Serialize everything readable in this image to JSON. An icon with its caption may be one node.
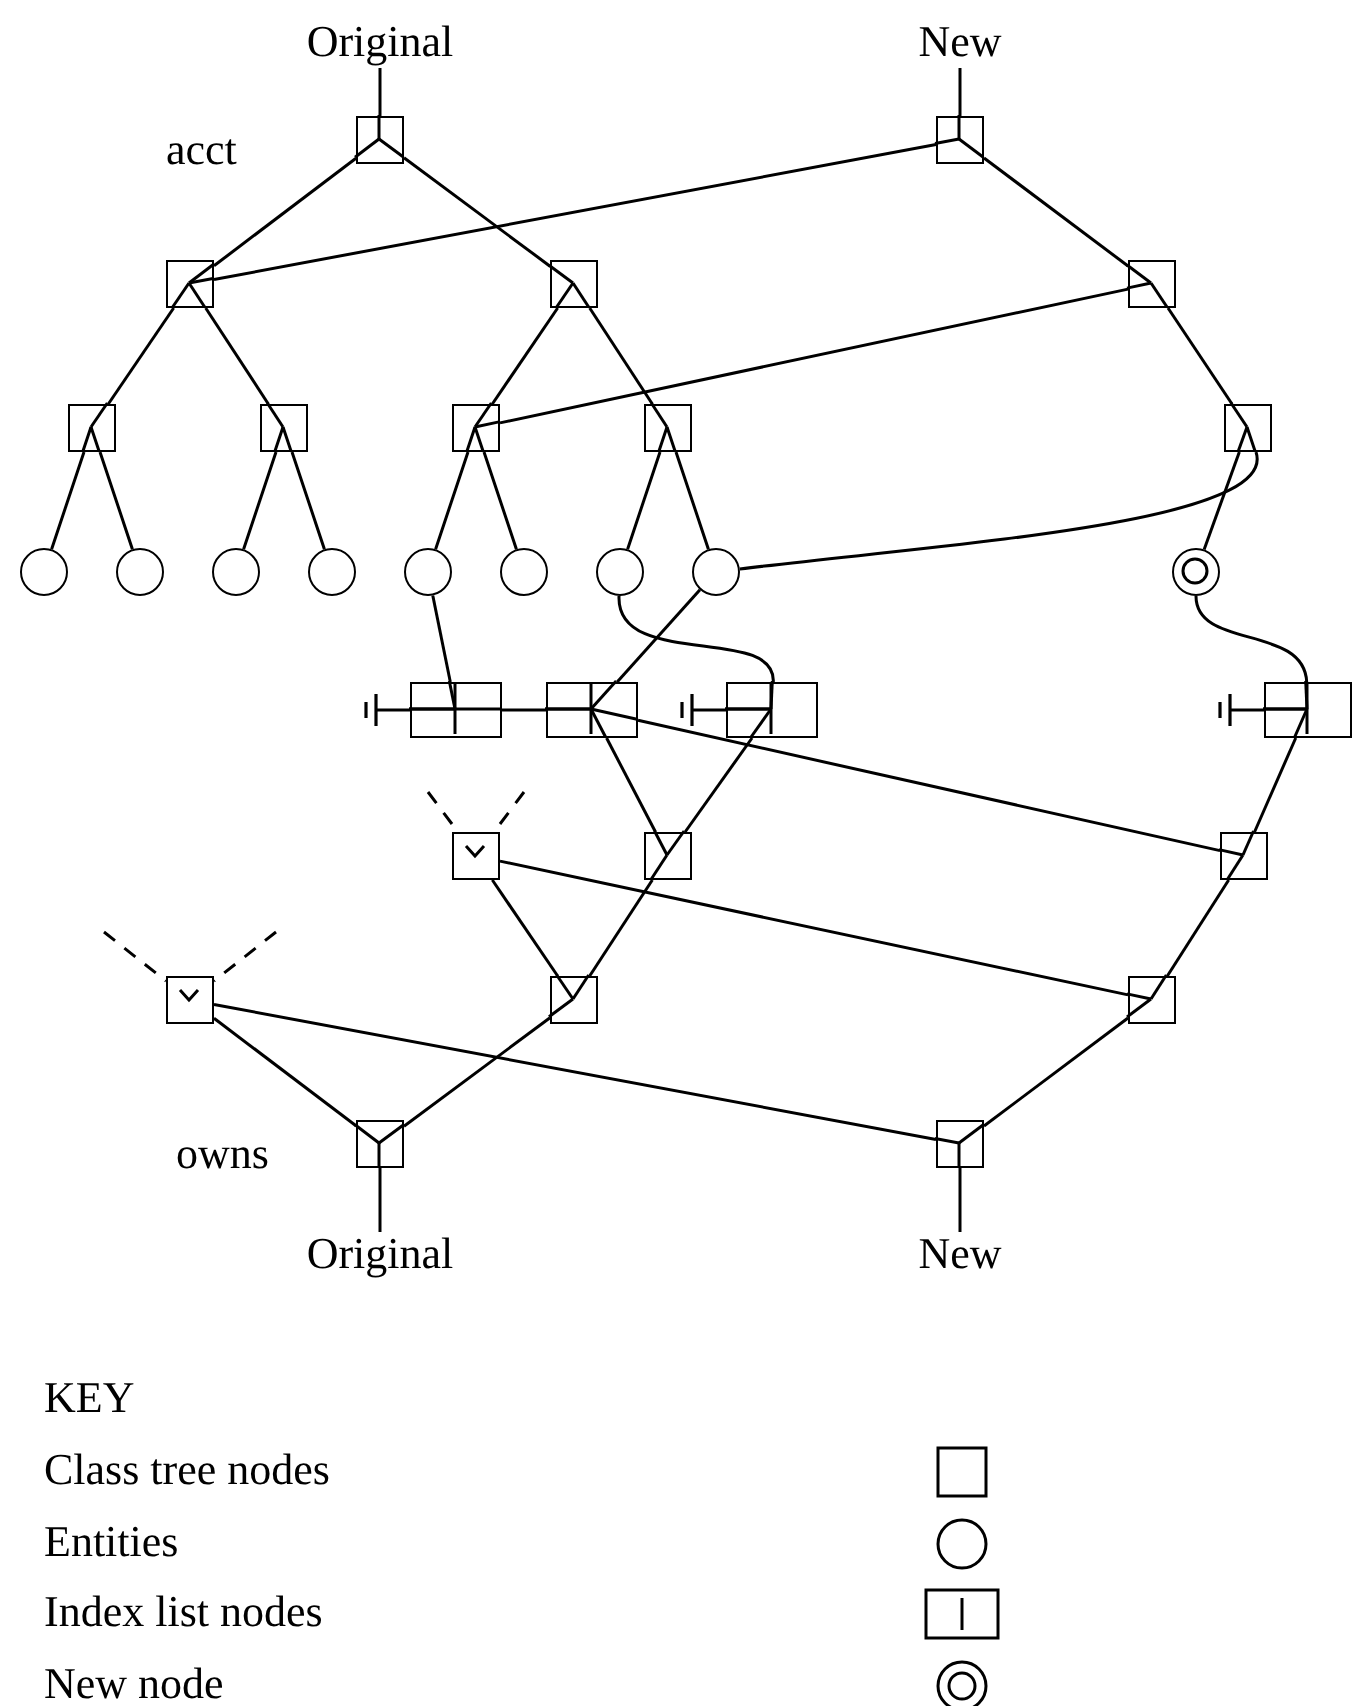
{
  "diagram": {
    "nodes": [
      {
        "text": [
          "Original"
        ]
      },
      {
        "text": [
          "New"
        ]
      },
      {
        "text": [],
        "shape": "box"
      },
      {
        "text": [],
        "shape": "box"
      },
      {
        "text": [],
        "shape": "box"
      },
      {
        "text": [],
        "shape": "box"
      },
      {
        "text": [],
        "shape": "box"
      },
      {
        "text": [],
        "shape": "box"
      },
      {
        "text": [],
        "shape": "box"
      },
      {
        "text": [],
        "shape": "box"
      },
      {
        "text": [],
        "shape": "box"
      },
      {
        "text": [],
        "shape": "box"
      },
      {
        "text": [],
        "shape": "circle"
      },
      {
        "text": [],
        "shape": "circle"
      },
      {
        "text": [],
        "shape": "circle"
      },
      {
        "text": [],
        "shape": "circle"
      },
      {
        "text": [],
        "shape": "circle"
      },
      {
        "text": [],
        "shape": "circle"
      },
      {
        "text": [],
        "shape": "circle"
      },
      {
        "text": [],
        "shape": "circle"
      },
      {
        "text": [],
        "shape": "circle"
      },
      {
        "text": [],
        "shape": "box"
      },
      {
        "text": [],
        "shape": "box"
      },
      {
        "text": [],
        "shape": "box"
      },
      {
        "text": [],
        "shape": "box"
      },
      {
        "text": [],
        "shape": "box"
      },
      {
        "text": [],
        "shape": "box"
      },
      {
        "text": [],
        "shape": "box"
      },
      {
        "text": [],
        "shape": "box"
      },
      {
        "text": [],
        "shape": "box"
      },
      {
        "text": [],
        "shape": "box"
      },
      {
        "text": [],
        "shape": "box"
      },
      {
        "text": [],
        "shape": "box"
      },
      {
        "text": [
          "Original"
        ]
      },
      {
        "text": [
          "New"
        ]
      }
    ],
    "edges": [
      {
        "from": 0,
        "to": 2,
        "arrow": "none"
      },
      {
        "from": 1,
        "to": 3,
        "arrow": "none"
      },
      {
        "from": 2,
        "to": 4,
        "arrow": "none"
      },
      {
        "from": 2,
        "to": 5,
        "arrow": "none"
      },
      {
        "from": 3,
        "to": 4,
        "arrow": "none"
      },
      {
        "from": 3,
        "to": 6,
        "arrow": "none"
      },
      {
        "from": 4,
        "to": 7,
        "arrow": "none"
      },
      {
        "from": 4,
        "to": 8,
        "arrow": "none"
      },
      {
        "from": 5,
        "to": 9,
        "arrow": "none"
      },
      {
        "from": 5,
        "to": 10,
        "arrow": "none"
      },
      {
        "from": 6,
        "to": 9,
        "arrow": "none"
      },
      {
        "from": 6,
        "to": 11,
        "arrow": "none"
      },
      {
        "from": 7,
        "to": 12,
        "arrow": "none"
      },
      {
        "from": 7,
        "to": 13,
        "arrow": "none"
      },
      {
        "from": 8,
        "to": 14,
        "arrow": "none"
      },
      {
        "from": 8,
        "to": 15,
        "arrow": "none"
      },
      {
        "from": 9,
        "to": 16,
        "arrow": "none"
      },
      {
        "from": 9,
        "to": 17,
        "arrow": "none"
      },
      {
        "from": 10,
        "to": 18,
        "arrow": "none"
      },
      {
        "from": 10,
        "to": 19,
        "arrow": "none"
      },
      {
        "from": 11,
        "to": 19,
        "arrow": "none"
      },
      {
        "from": 11,
        "to": 20,
        "arrow": "none"
      },
      {
        "from": 16,
        "to": 21,
        "arrow": "none"
      },
      {
        "from": 19,
        "to": 22,
        "arrow": "none"
      },
      {
        "from": 18,
        "to": 23,
        "arrow": "none"
      },
      {
        "from": 20,
        "to": 24,
        "arrow": "none"
      },
      {
        "from": 21,
        "to": 22,
        "arrow": "none"
      },
      {
        "from": 22,
        "to": 26,
        "arrow": "none"
      },
      {
        "from": 23,
        "to": 26,
        "arrow": "none"
      },
      {
        "from": 22,
        "to": 27,
        "arrow": "none"
      },
      {
        "from": 24,
        "to": 27,
        "arrow": "none"
      },
      {
        "from": null,
        "to": 25,
        "arrow": "none",
        "style": "dashed"
      },
      {
        "from": null,
        "to": 25,
        "arrow": "none",
        "style": "dashed"
      },
      {
        "from": 25,
        "to": 29,
        "arrow": "none"
      },
      {
        "from": 26,
        "to": 29,
        "arrow": "none"
      },
      {
        "from": 25,
        "to": 30,
        "arrow": "none"
      },
      {
        "from": 27,
        "to": 30,
        "arrow": "none"
      },
      {
        "from": null,
        "to": 28,
        "arrow": "none",
        "style": "dashed"
      },
      {
        "from": null,
        "to": 28,
        "arrow": "none",
        "style": "dashed"
      },
      {
        "from": 28,
        "to": 31,
        "arrow": "none"
      },
      {
        "from": 29,
        "to": 31,
        "arrow": "none"
      },
      {
        "from": 28,
        "to": 32,
        "arrow": "none"
      },
      {
        "from": 30,
        "to": 32,
        "arrow": "none"
      },
      {
        "from": 31,
        "to": 33,
        "arrow": "none"
      },
      {
        "from": 32,
        "to": 34,
        "arrow": "none"
      },
      {
        "from": 21,
        "to": null,
        "arrow": "other"
      },
      {
        "from": 23,
        "to": null,
        "arrow": "other"
      },
      {
        "from": 24,
        "to": null,
        "arrow": "other"
      }
    ],
    "labels": [
      "acct",
      "owns",
      "KEY"
    ],
    "legend": [
      {
        "text": "Class tree nodes"
      },
      {
        "text": "Entities"
      },
      {
        "text": "Index list nodes"
      },
      {
        "text": "New node"
      }
    ]
  }
}
